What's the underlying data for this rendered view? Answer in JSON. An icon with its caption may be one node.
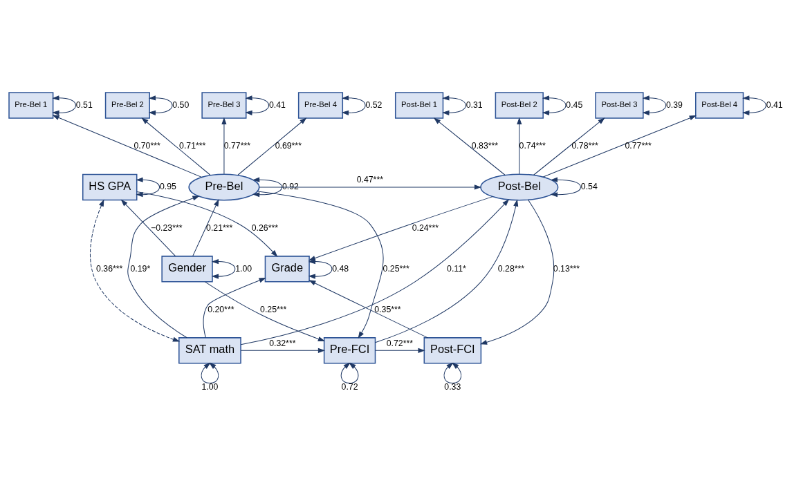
{
  "diagram": {
    "nodes": [
      {
        "text": [
          "Pre-Bel 1"
        ]
      },
      {
        "text": [
          "Pre-Bel 2"
        ]
      },
      {
        "text": [
          "Pre-Bel 3"
        ]
      },
      {
        "text": [
          "Pre-Bel 4"
        ]
      },
      {
        "text": [
          "Post-Bel 1"
        ]
      },
      {
        "text": [
          "Post-Bel 2"
        ]
      },
      {
        "text": [
          "Post-Bel 3"
        ]
      },
      {
        "text": [
          "Post-Bel 4"
        ]
      },
      {
        "text": [
          "Pre-Bel"
        ]
      },
      {
        "text": [
          "Post-Bel"
        ]
      },
      {
        "text": [
          "HS GPA"
        ]
      },
      {
        "text": [
          "Gender"
        ]
      },
      {
        "text": [
          "Grade"
        ]
      },
      {
        "text": [
          "SAT math"
        ]
      },
      {
        "text": [
          "Pre-FCI"
        ]
      },
      {
        "text": [
          "Post-FCI"
        ]
      }
    ],
    "edges": [
      {
        "from": 0,
        "to": 0,
        "arrow": "both",
        "label": "0.51"
      },
      {
        "from": 1,
        "to": 1,
        "arrow": "both",
        "label": "0.50"
      },
      {
        "from": 2,
        "to": 2,
        "arrow": "both",
        "label": "0.41"
      },
      {
        "from": 3,
        "to": 3,
        "arrow": "both",
        "label": "0.52"
      },
      {
        "from": 4,
        "to": 4,
        "arrow": "both",
        "label": "0.31"
      },
      {
        "from": 5,
        "to": 5,
        "arrow": "both",
        "label": "0.45"
      },
      {
        "from": 6,
        "to": 6,
        "arrow": "both",
        "label": "0.39"
      },
      {
        "from": 7,
        "to": 7,
        "arrow": "both",
        "label": "0.41"
      },
      {
        "from": 8,
        "to": 0,
        "arrow": "to",
        "label": "0.70***"
      },
      {
        "from": 8,
        "to": 1,
        "arrow": "to",
        "label": "0.71***"
      },
      {
        "from": 8,
        "to": 2,
        "arrow": "to",
        "label": "0.77***"
      },
      {
        "from": 8,
        "to": 3,
        "arrow": "to",
        "label": "0.69***"
      },
      {
        "from": 9,
        "to": 4,
        "arrow": "to",
        "label": "0.83***"
      },
      {
        "from": 9,
        "to": 5,
        "arrow": "to",
        "label": "0.74***"
      },
      {
        "from": 9,
        "to": 6,
        "arrow": "to",
        "label": "0.78***"
      },
      {
        "from": 9,
        "to": 7,
        "arrow": "to",
        "label": "0.77***"
      },
      {
        "from": 10,
        "to": 10,
        "arrow": "both",
        "label": "0.95"
      },
      {
        "from": 8,
        "to": 9,
        "arrow": "to",
        "label": "0.47***"
      },
      {
        "from": 11,
        "to": 11,
        "arrow": "both",
        "label": "1.00"
      },
      {
        "from": 8,
        "to": 8,
        "arrow": "both",
        "label": "0.92"
      },
      {
        "from": 9,
        "to": 9,
        "arrow": "both",
        "label": "0.54"
      },
      {
        "from": 11,
        "to": 10,
        "arrow": "to",
        "label": "−0.23***"
      },
      {
        "from": 11,
        "to": 8,
        "arrow": "to",
        "label": "0.21***"
      },
      {
        "from": 9,
        "to": 12,
        "arrow": "to",
        "label": "0.24***"
      },
      {
        "from": 12,
        "to": 12,
        "arrow": "both",
        "label": "0.48"
      },
      {
        "from": 10,
        "to": 12,
        "arrow": "to",
        "label": "0.26***"
      },
      {
        "from": 13,
        "to": 8,
        "arrow": "to",
        "label": "0.19*"
      },
      {
        "from": 11,
        "to": 14,
        "arrow": "to",
        "label": "0.25***"
      },
      {
        "from": 13,
        "to": 9,
        "arrow": "to",
        "label": "0.11*"
      },
      {
        "from": 8,
        "to": 14,
        "arrow": "to",
        "label": "0.25***"
      },
      {
        "from": 14,
        "to": 9,
        "arrow": "to",
        "label": "0.28***"
      },
      {
        "from": 13,
        "to": 12,
        "arrow": "to",
        "label": "0.20***"
      },
      {
        "from": 10,
        "to": 13,
        "arrow": "both",
        "label": "0.36***",
        "style": "dashed"
      },
      {
        "from": 9,
        "to": 15,
        "arrow": "to",
        "label": "0.13***"
      },
      {
        "from": 15,
        "to": 12,
        "arrow": "to",
        "label": "0.35***"
      },
      {
        "from": 13,
        "to": 14,
        "arrow": "to",
        "label": "0.32***"
      },
      {
        "from": 14,
        "to": 15,
        "arrow": "to",
        "label": "0.72***"
      },
      {
        "from": 13,
        "to": 13,
        "arrow": "both",
        "label": "1.00"
      },
      {
        "from": 14,
        "to": 14,
        "arrow": "both",
        "label": "0.72"
      },
      {
        "from": 15,
        "to": 15,
        "arrow": "both",
        "label": "0.33"
      }
    ]
  }
}
